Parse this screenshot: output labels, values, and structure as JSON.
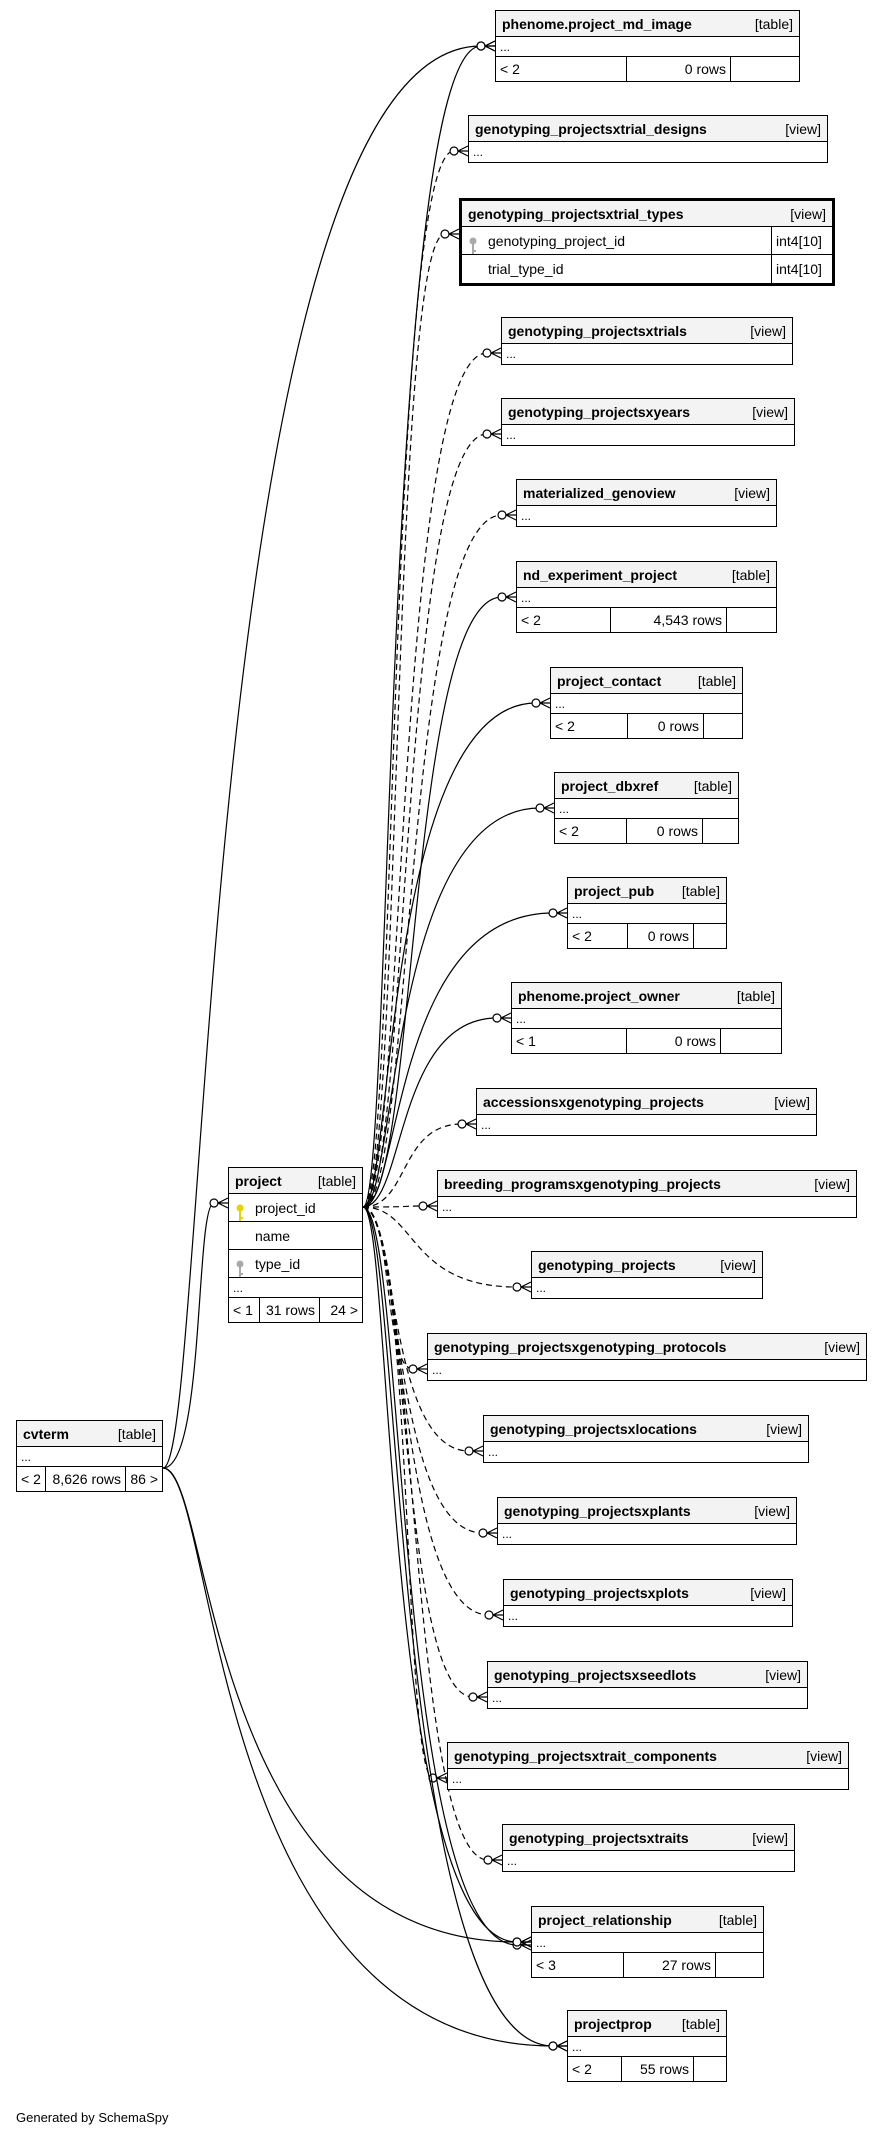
{
  "footer": "Generated by SchemaSpy",
  "tables": {
    "project_md_image": {
      "name": "phenome.project_md_image",
      "type": "[table]",
      "ellipsis": "...",
      "parents": "< 2",
      "rows": "0 rows",
      "children": ""
    },
    "gp_trial_designs": {
      "name": "genotyping_projectsxtrial_designs",
      "type": "[view]",
      "ellipsis": "..."
    },
    "gp_trial_types": {
      "name": "genotyping_projectsxtrial_types",
      "type": "[view]",
      "columns": [
        {
          "name": "genotyping_project_id",
          "type": "int4[10]",
          "key": "foreign-key-icon"
        },
        {
          "name": "trial_type_id",
          "type": "int4[10]",
          "key": ""
        }
      ]
    },
    "gp_trials": {
      "name": "genotyping_projectsxtrials",
      "type": "[view]",
      "ellipsis": "..."
    },
    "gp_years": {
      "name": "genotyping_projectsxyears",
      "type": "[view]",
      "ellipsis": "..."
    },
    "materialized_genoview": {
      "name": "materialized_genoview",
      "type": "[view]",
      "ellipsis": "..."
    },
    "nd_experiment_project": {
      "name": "nd_experiment_project",
      "type": "[table]",
      "ellipsis": "...",
      "parents": "< 2",
      "rows": "4,543 rows",
      "children": ""
    },
    "project_contact": {
      "name": "project_contact",
      "type": "[table]",
      "ellipsis": "...",
      "parents": "< 2",
      "rows": "0 rows",
      "children": ""
    },
    "project_dbxref": {
      "name": "project_dbxref",
      "type": "[table]",
      "ellipsis": "...",
      "parents": "< 2",
      "rows": "0 rows",
      "children": ""
    },
    "project_pub": {
      "name": "project_pub",
      "type": "[table]",
      "ellipsis": "...",
      "parents": "< 2",
      "rows": "0 rows",
      "children": ""
    },
    "project_owner": {
      "name": "phenome.project_owner",
      "type": "[table]",
      "ellipsis": "...",
      "parents": "< 1",
      "rows": "0 rows",
      "children": ""
    },
    "accessions_gp": {
      "name": "accessionsxgenotyping_projects",
      "type": "[view]",
      "ellipsis": "..."
    },
    "breeding_gp": {
      "name": "breeding_programsxgenotyping_projects",
      "type": "[view]",
      "ellipsis": "..."
    },
    "genotyping_projects": {
      "name": "genotyping_projects",
      "type": "[view]",
      "ellipsis": "..."
    },
    "gp_protocols": {
      "name": "genotyping_projectsxgenotyping_protocols",
      "type": "[view]",
      "ellipsis": "..."
    },
    "gp_locations": {
      "name": "genotyping_projectsxlocations",
      "type": "[view]",
      "ellipsis": "..."
    },
    "gp_plants": {
      "name": "genotyping_projectsxplants",
      "type": "[view]",
      "ellipsis": "..."
    },
    "gp_plots": {
      "name": "genotyping_projectsxplots",
      "type": "[view]",
      "ellipsis": "..."
    },
    "gp_seedlots": {
      "name": "genotyping_projectsxseedlots",
      "type": "[view]",
      "ellipsis": "..."
    },
    "gp_trait_components": {
      "name": "genotyping_projectsxtrait_components",
      "type": "[view]",
      "ellipsis": "..."
    },
    "gp_traits": {
      "name": "genotyping_projectsxtraits",
      "type": "[view]",
      "ellipsis": "..."
    },
    "project_relationship": {
      "name": "project_relationship",
      "type": "[table]",
      "ellipsis": "...",
      "parents": "< 3",
      "rows": "27 rows",
      "children": ""
    },
    "projectprop": {
      "name": "projectprop",
      "type": "[table]",
      "ellipsis": "...",
      "parents": "< 2",
      "rows": "55 rows",
      "children": ""
    },
    "project": {
      "name": "project",
      "type": "[table]",
      "columns": [
        {
          "name": "project_id",
          "key": "primary-key-icon"
        },
        {
          "name": "name",
          "key": ""
        },
        {
          "name": "type_id",
          "key": "foreign-key-icon"
        }
      ],
      "ellipsis": "...",
      "parents": "< 1",
      "rows": "31 rows",
      "children": "24 >"
    },
    "cvterm": {
      "name": "cvterm",
      "type": "[table]",
      "ellipsis": "...",
      "parents": "< 2",
      "rows": "8,626 rows",
      "children": "86 >"
    }
  },
  "relationships": [
    {
      "from": "project",
      "to": "project_md_image",
      "style": "solid"
    },
    {
      "from": "project",
      "to": "gp_trial_designs",
      "style": "dashed"
    },
    {
      "from": "project",
      "to": "gp_trial_types",
      "style": "dashed"
    },
    {
      "from": "project",
      "to": "gp_trials",
      "style": "dashed"
    },
    {
      "from": "project",
      "to": "gp_years",
      "style": "dashed"
    },
    {
      "from": "project",
      "to": "materialized_genoview",
      "style": "dashed"
    },
    {
      "from": "project",
      "to": "nd_experiment_project",
      "style": "solid"
    },
    {
      "from": "project",
      "to": "project_contact",
      "style": "solid"
    },
    {
      "from": "project",
      "to": "project_dbxref",
      "style": "solid"
    },
    {
      "from": "project",
      "to": "project_pub",
      "style": "solid"
    },
    {
      "from": "project",
      "to": "project_owner",
      "style": "solid"
    },
    {
      "from": "project",
      "to": "accessions_gp",
      "style": "dashed"
    },
    {
      "from": "project",
      "to": "breeding_gp",
      "style": "dashed"
    },
    {
      "from": "project",
      "to": "genotyping_projects",
      "style": "dashed"
    },
    {
      "from": "project",
      "to": "gp_protocols",
      "style": "dashed"
    },
    {
      "from": "project",
      "to": "gp_locations",
      "style": "dashed"
    },
    {
      "from": "project",
      "to": "gp_plants",
      "style": "dashed"
    },
    {
      "from": "project",
      "to": "gp_plots",
      "style": "dashed"
    },
    {
      "from": "project",
      "to": "gp_seedlots",
      "style": "dashed"
    },
    {
      "from": "project",
      "to": "gp_trait_components",
      "style": "dashed"
    },
    {
      "from": "project",
      "to": "gp_traits",
      "style": "dashed"
    },
    {
      "from": "project",
      "to": "project_relationship",
      "style": "solid"
    },
    {
      "from": "project",
      "to": "project_relationship",
      "style": "solid"
    },
    {
      "from": "project",
      "to": "projectprop",
      "style": "solid"
    },
    {
      "from": "cvterm",
      "to": "project",
      "style": "solid"
    },
    {
      "from": "cvterm",
      "to": "project_md_image",
      "style": "solid"
    },
    {
      "from": "cvterm",
      "to": "project_relationship",
      "style": "solid"
    },
    {
      "from": "cvterm",
      "to": "projectprop",
      "style": "solid"
    }
  ]
}
